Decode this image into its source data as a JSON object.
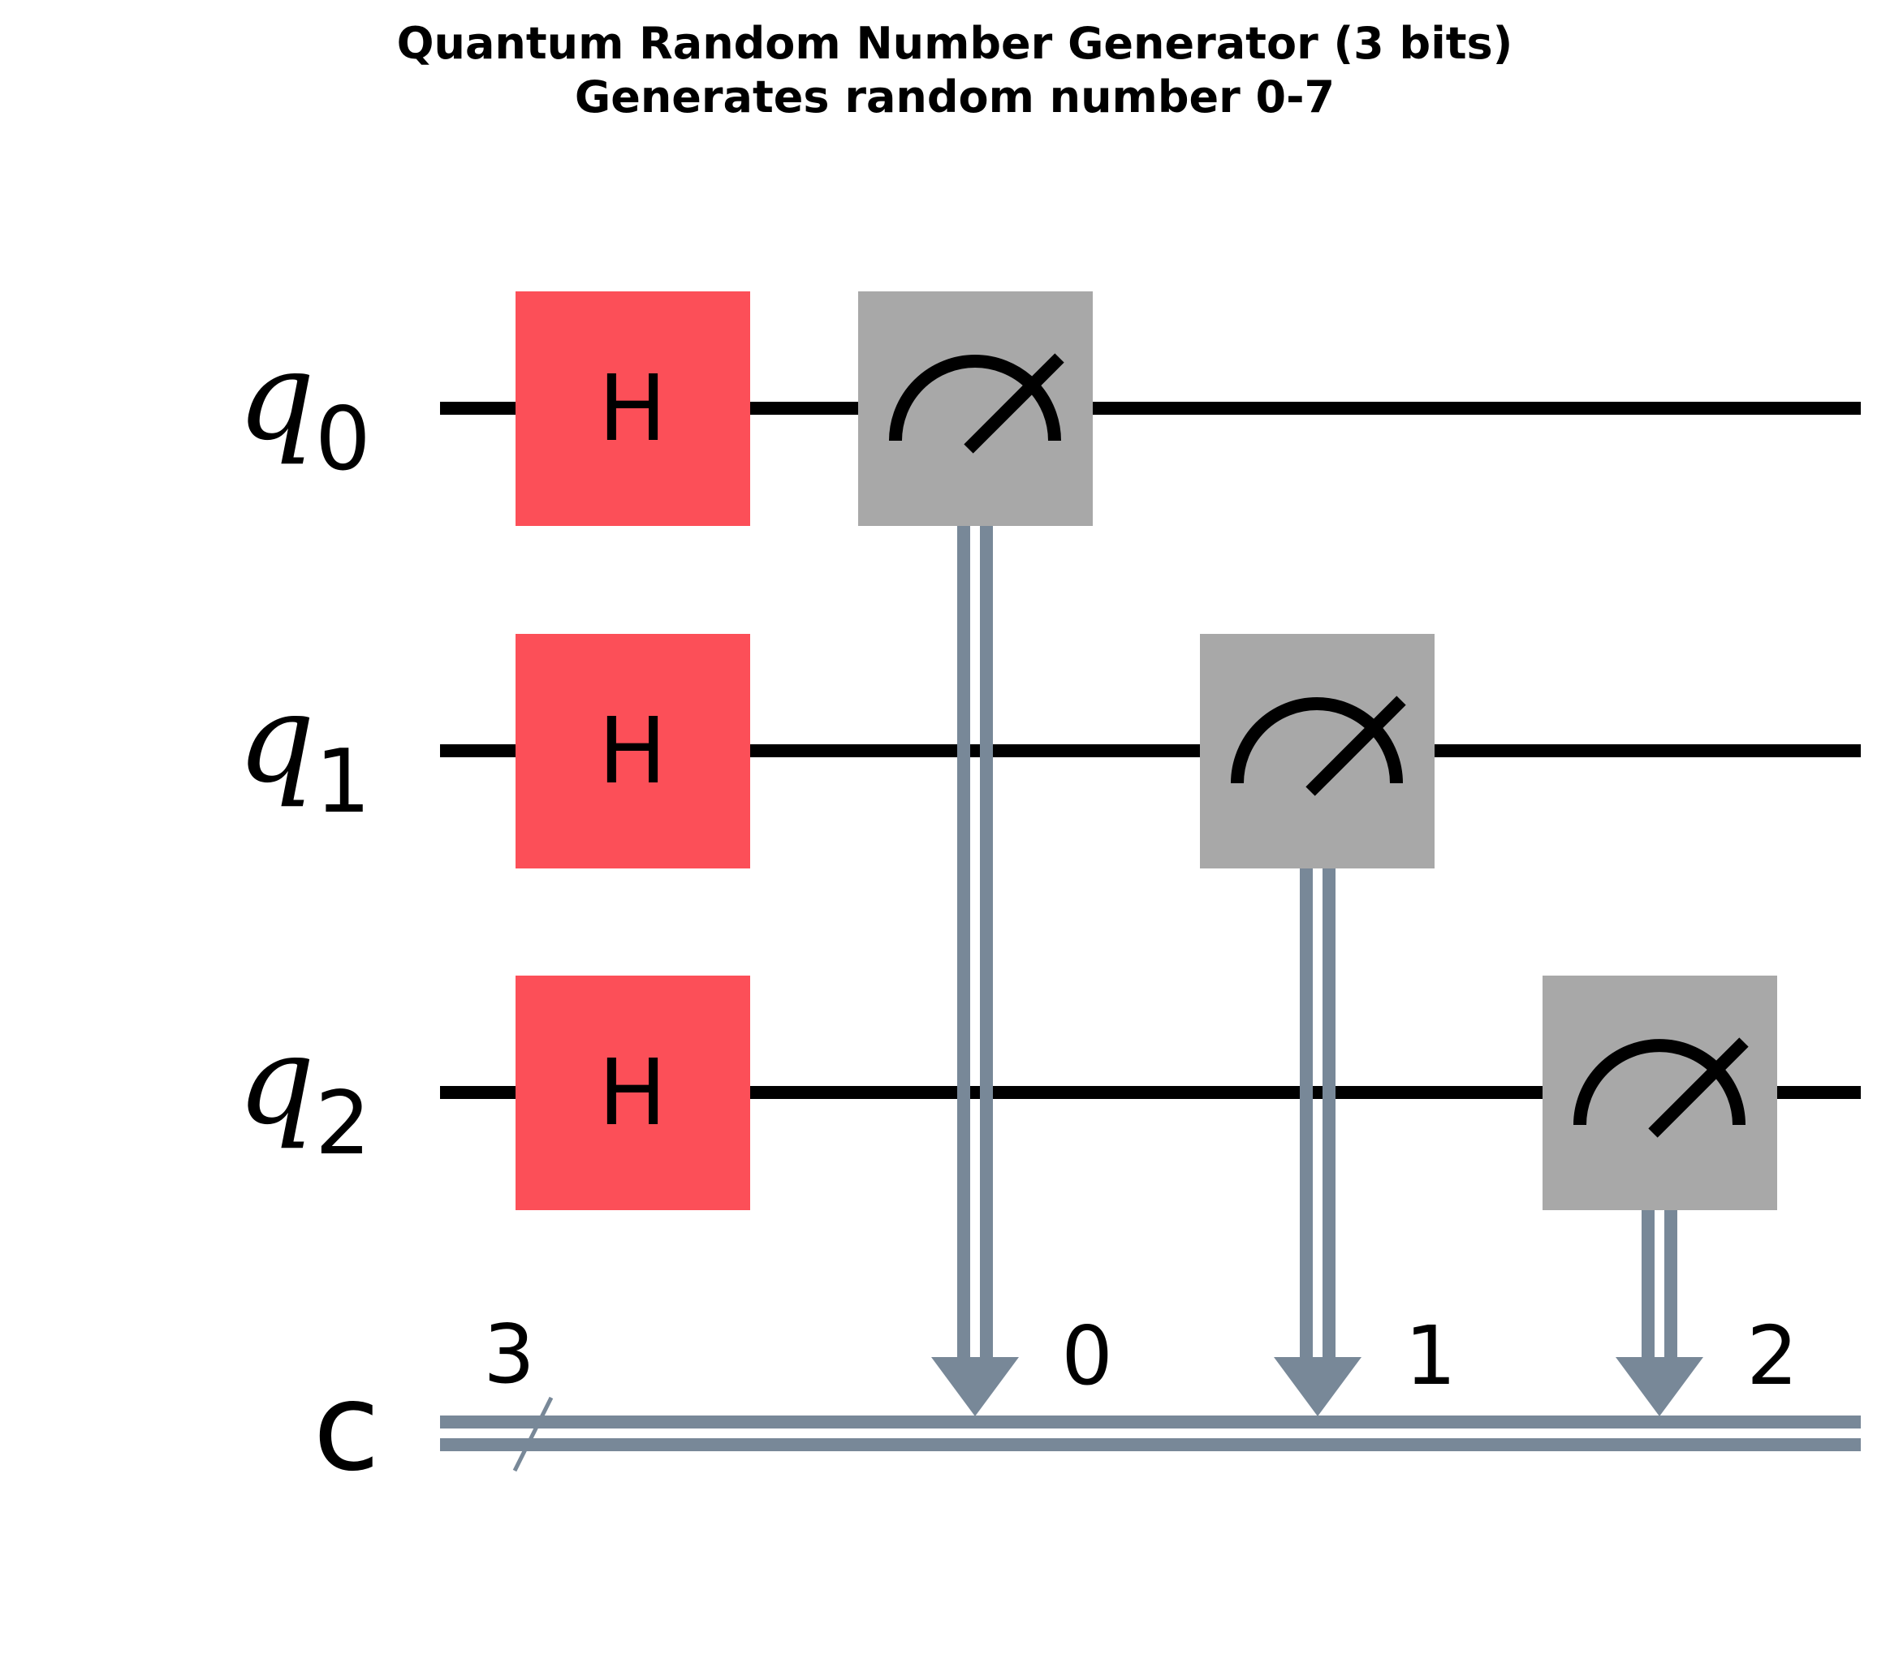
{
  "title": {
    "line1": "Quantum Random Number Generator (3 bits)",
    "line2": "Generates random number 0-7"
  },
  "qubits": [
    {
      "letter": "q",
      "index": "0"
    },
    {
      "letter": "q",
      "index": "1"
    },
    {
      "letter": "q",
      "index": "2"
    }
  ],
  "classical_register": {
    "name": "c",
    "size_label": "3",
    "bit_labels": [
      "0",
      "1",
      "2"
    ]
  },
  "gates": [
    {
      "type": "H",
      "label": "H",
      "qubit": 0
    },
    {
      "type": "H",
      "label": "H",
      "qubit": 1
    },
    {
      "type": "H",
      "label": "H",
      "qubit": 2
    },
    {
      "type": "measure",
      "qubit": 0,
      "clbit": 0
    },
    {
      "type": "measure",
      "qubit": 1,
      "clbit": 1
    },
    {
      "type": "measure",
      "qubit": 2,
      "clbit": 2
    }
  ],
  "colors": {
    "hadamard_fill": "#fc4f58",
    "measure_fill": "#a8a8a8",
    "classical_wire": "#788898",
    "quantum_wire": "#000000",
    "text": "#000000"
  },
  "icons": {
    "measure": "measurement-meter-icon",
    "register_slash": "bundle-slash-icon"
  }
}
